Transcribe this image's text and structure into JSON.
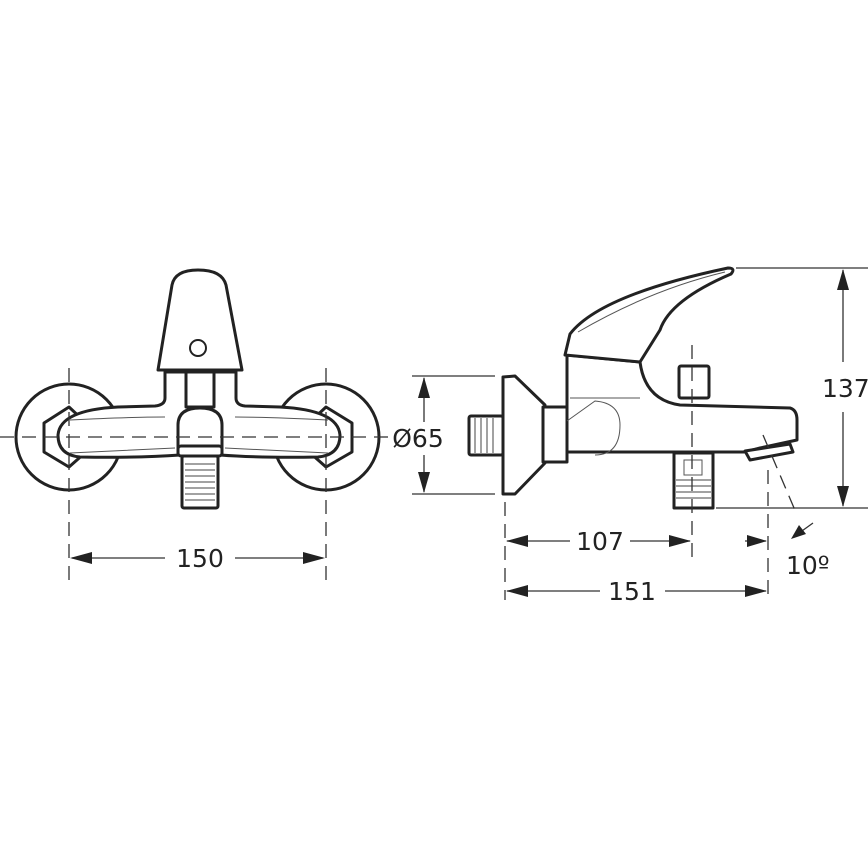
{
  "dimensions": {
    "center_distance": "150",
    "flange_diameter": "Ø65",
    "height": "137",
    "outlet_offset": "107",
    "depth": "151",
    "spout_angle": "10º"
  },
  "colors": {
    "line": "#222222",
    "background": "#ffffff"
  }
}
